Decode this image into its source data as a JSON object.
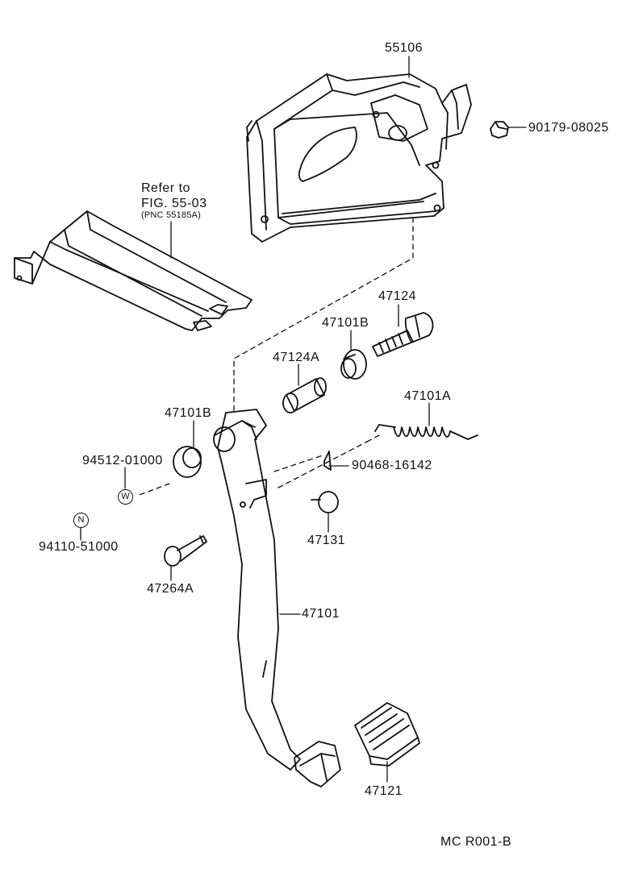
{
  "labels": {
    "p55106": "55106",
    "p90179": "90179-08025",
    "refer_line1": "Refer to",
    "refer_line2": "FIG. 55-03",
    "refer_line3": "(PNC 55185A)",
    "p47124": "47124",
    "p47101B_top": "47101B",
    "p47124A": "47124A",
    "p47101A": "47101A",
    "p47101B_left": "47101B",
    "p94512": "94512-01000",
    "p90468": "90468-16142",
    "w_symbol": "W",
    "n_symbol": "N",
    "p47131": "47131",
    "p94110": "94110-51000",
    "p47264A": "47264A",
    "p47101": "47101",
    "p47121": "47121",
    "figure_code": "MC R001-B"
  }
}
